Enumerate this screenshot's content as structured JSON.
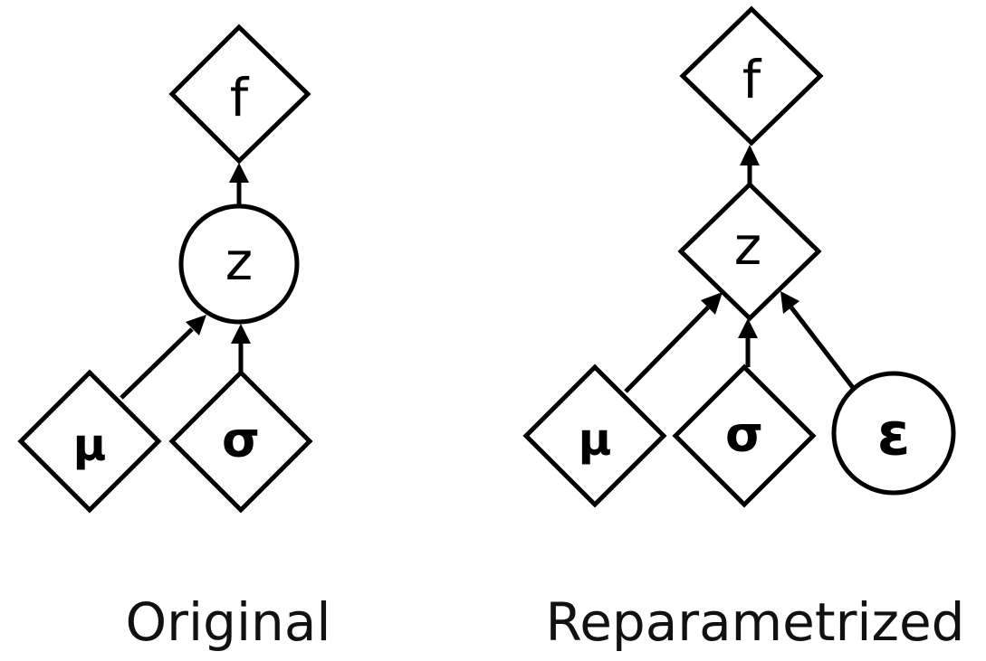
{
  "panels": [
    {
      "caption": "Original",
      "nodes": {
        "f": {
          "label": "f",
          "shape": "diamond"
        },
        "z": {
          "label": "z",
          "shape": "circle"
        },
        "mu": {
          "label": "μ",
          "shape": "diamond"
        },
        "sigma": {
          "label": "σ",
          "shape": "diamond"
        }
      },
      "edges": [
        {
          "from": "z",
          "to": "f"
        },
        {
          "from": "mu",
          "to": "z"
        },
        {
          "from": "sigma",
          "to": "z"
        }
      ]
    },
    {
      "caption": "Reparametrized",
      "nodes": {
        "f": {
          "label": "f",
          "shape": "diamond"
        },
        "z": {
          "label": "z",
          "shape": "diamond"
        },
        "mu": {
          "label": "μ",
          "shape": "diamond"
        },
        "sigma": {
          "label": "σ",
          "shape": "diamond"
        },
        "epsilon": {
          "label": "ε",
          "shape": "circle"
        }
      },
      "edges": [
        {
          "from": "z",
          "to": "f"
        },
        {
          "from": "mu",
          "to": "z"
        },
        {
          "from": "sigma",
          "to": "z"
        },
        {
          "from": "epsilon",
          "to": "z"
        }
      ]
    }
  ]
}
